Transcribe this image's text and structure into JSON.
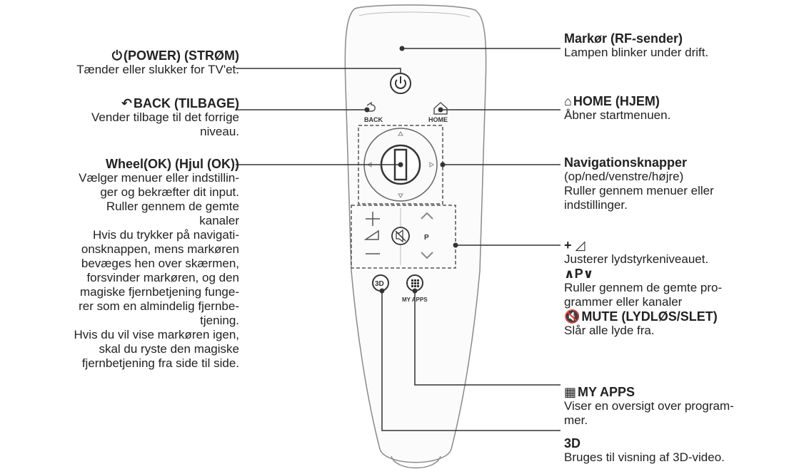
{
  "labels": {
    "power": {
      "heading": "(POWER) (STRØM)",
      "icon": "power-icon",
      "text": "Tænder eller slukker for TV'et."
    },
    "back": {
      "heading": "BACK (TILBAGE)",
      "icon": "back-arrow-icon",
      "text1": "Vender tilbage til det forrige",
      "text2": "niveau."
    },
    "wheel": {
      "heading": "Wheel(OK) (Hjul (OK))",
      "lines": [
        "Vælger menuer eller indstillin-",
        "ger og bekræfter dit input.",
        "Ruller gennem de gemte",
        "kanaler",
        "Hvis du trykker på navigati-",
        "onsknappen, mens markøren",
        "bevæges hen over skærmen,",
        "forsvinder markøren, og den",
        "magiske fjernbetjening funge-",
        "rer som en almindelig fjernbe-",
        "tjening.",
        "Hvis du vil vise markøren igen,",
        "skal du ryste den magiske",
        "fjernbetjening fra side til side."
      ]
    },
    "marker": {
      "heading": "Markør (RF-sender)",
      "text": "Lampen blinker under drift."
    },
    "home": {
      "heading": "HOME (HJEM)",
      "icon": "home-icon",
      "text": "Åbner startmenuen."
    },
    "nav": {
      "heading": "Navigationsknapper",
      "text1": "(op/ned/venstre/højre)",
      "text2": "Ruller gennem menuer eller",
      "text3": "indstillinger."
    },
    "volume": {
      "heading": "+",
      "text1": "Justerer lydstyrkeniveauet.",
      "program_heading": "P",
      "text2": "Ruller gennem de gemte pro-",
      "text3": "grammer eller kanaler",
      "mute_heading": "MUTE (LYDLØS/SLET)",
      "text4": "Slår alle lyde fra."
    },
    "myapps": {
      "heading": "MY APPS",
      "icon": "grid-icon",
      "text1": "Viser en oversigt over program-",
      "text2": "mer."
    },
    "threed": {
      "heading": "3D",
      "text": "Bruges til visning af 3D-video."
    }
  },
  "remote": {
    "back_label": "BACK",
    "home_label": "HOME",
    "p_label": "P",
    "myapps_label": "MY APPS",
    "threed_label": "3D"
  },
  "colors": {
    "line": "#333333",
    "outline": "#8a8a8a",
    "dash": "#555555"
  }
}
